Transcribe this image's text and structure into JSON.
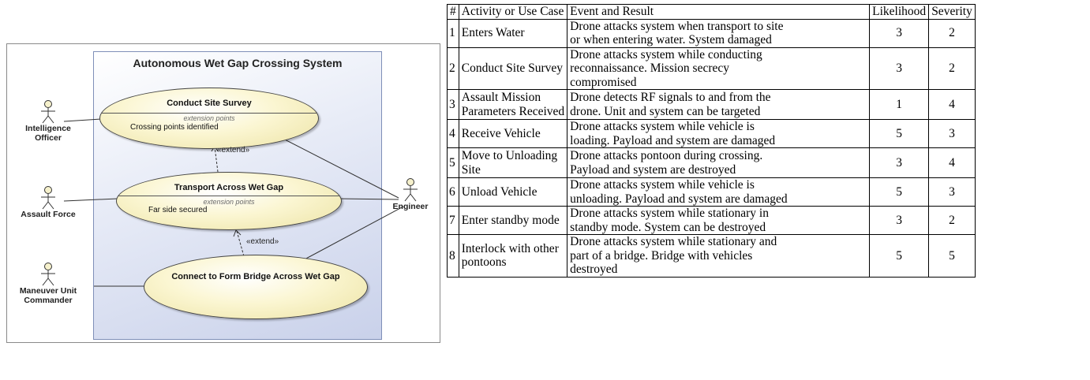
{
  "diagram": {
    "system_title": "Autonomous Wet Gap Crossing System",
    "use_cases": [
      {
        "title": "Conduct Site Survey",
        "extension_label": "extension points",
        "extension_point": "Crossing points identified"
      },
      {
        "title": "Transport Across Wet Gap",
        "extension_label": "extension points",
        "extension_point": "Far side secured"
      },
      {
        "title": "Connect to Form Bridge Across Wet Gap"
      }
    ],
    "actors": {
      "intelligence": [
        "Intelligence",
        "Officer"
      ],
      "assault": [
        "Assault Force"
      ],
      "maneuver": [
        "Maneuver Unit",
        "Commander"
      ],
      "engineer": [
        "Engineer"
      ]
    },
    "extend_labels": [
      "«extend»",
      "«extend»"
    ]
  },
  "table": {
    "headers": [
      "#",
      "Activity or Use Case",
      "Event and Result",
      "Likelihood",
      "Severity"
    ],
    "rows": [
      {
        "num": "1",
        "activity": [
          "Enters Water"
        ],
        "event": [
          "Drone attacks system when transport to site",
          "or when entering water. System damaged"
        ],
        "likelihood": "3",
        "severity": "2"
      },
      {
        "num": "2",
        "activity": [
          "Conduct Site Survey"
        ],
        "event": [
          "Drone attacks system while conducting",
          "reconnaissance. Mission secrecy",
          "compromised"
        ],
        "likelihood": "3",
        "severity": "2"
      },
      {
        "num": "3",
        "activity": [
          "Assault Mission",
          "Parameters Received"
        ],
        "event": [
          "Drone detects RF signals to and from the",
          "drone. Unit and system can be targeted"
        ],
        "likelihood": "1",
        "severity": "4"
      },
      {
        "num": "4",
        "activity": [
          "Receive Vehicle"
        ],
        "event": [
          "Drone attacks system while vehicle is",
          "loading. Payload and system are damaged"
        ],
        "likelihood": "5",
        "severity": "3"
      },
      {
        "num": "5",
        "activity": [
          "Move to Unloading",
          "Site"
        ],
        "event": [
          "Drone attacks pontoon during crossing.",
          "Payload and system are destroyed"
        ],
        "likelihood": "3",
        "severity": "4"
      },
      {
        "num": "6",
        "activity": [
          "Unload Vehicle"
        ],
        "event": [
          "Drone attacks system while vehicle is",
          "unloading. Payload and system are damaged"
        ],
        "likelihood": "5",
        "severity": "3"
      },
      {
        "num": "7",
        "activity": [
          "Enter standby mode"
        ],
        "event": [
          "Drone attacks system while stationary in",
          "standby mode. System can be destroyed"
        ],
        "likelihood": "3",
        "severity": "2"
      },
      {
        "num": "8",
        "activity": [
          "Interlock with other",
          "pontoons"
        ],
        "event": [
          "Drone attacks system while stationary and",
          "part of a bridge. Bridge with vehicles",
          "destroyed"
        ],
        "likelihood": "5",
        "severity": "5"
      }
    ]
  }
}
